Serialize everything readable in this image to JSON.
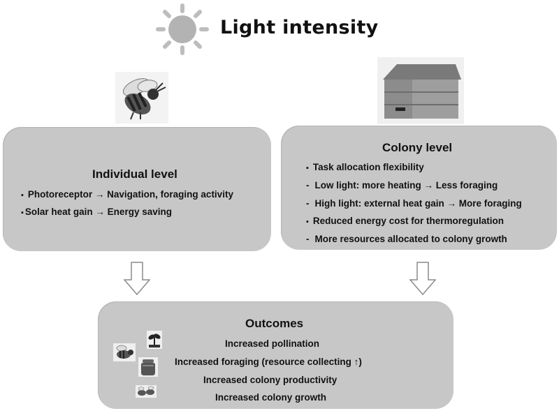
{
  "title": "Light intensity",
  "individual": {
    "heading": "Individual level",
    "items": [
      {
        "bullet": "▪",
        "text": "Photoreceptor → Navigation, foraging activity"
      },
      {
        "bullet": "▪",
        "text": "Solar heat gain → Energy saving"
      }
    ]
  },
  "colony": {
    "heading": "Colony level",
    "items": [
      {
        "bullet": "▪",
        "text": "Task allocation flexibility"
      },
      {
        "bullet": "-",
        "text": "Low light: more heating → Less foraging"
      },
      {
        "bullet": "-",
        "text": "High light: external heat gain → More foraging"
      },
      {
        "bullet": "▪",
        "text": "Reduced energy cost for thermoregulation"
      },
      {
        "bullet": "-",
        "text": "More resources allocated to colony growth"
      }
    ]
  },
  "outcomes": {
    "heading": "Outcomes",
    "items": [
      "Increased pollination",
      "Increased foraging (resource collecting ↑)",
      "Increased colony productivity",
      "Increased colony growth"
    ]
  },
  "icons": [
    "sun-icon",
    "bee-icon",
    "beehive-icon",
    "sprout-icon",
    "bee-small-icon",
    "honey-pot-icon",
    "bees-icon",
    "down-arrow-icon"
  ]
}
